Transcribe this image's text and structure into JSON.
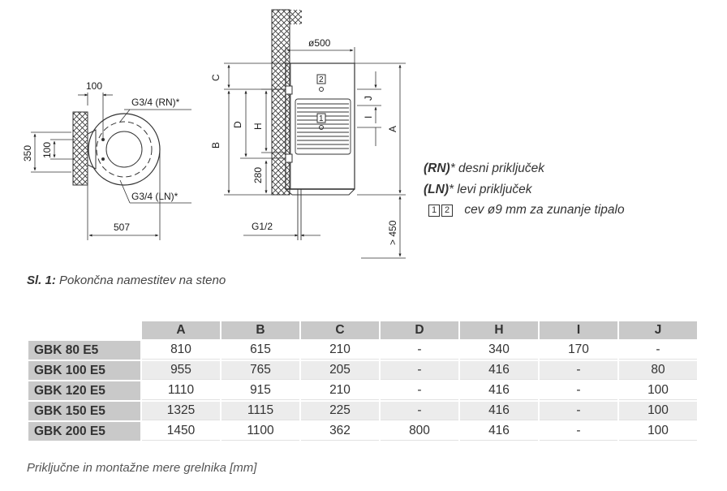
{
  "drawing": {
    "top_view": {
      "dim_100_top": "100",
      "dim_350": "350",
      "dim_100_side": "100",
      "dim_507": "507",
      "label_rn": "G3/4 (RN)*",
      "label_ln": "G3/4 (LN)*"
    },
    "side_view": {
      "dim_diameter": "ø500",
      "dim_c": "C",
      "dim_b": "B",
      "dim_d": "D",
      "dim_h": "H",
      "dim_280": "280",
      "dim_j": "J",
      "dim_i": "I",
      "dim_a": "A",
      "dim_450": "> 450",
      "label_g12": "G1/2",
      "marker_1": "1",
      "marker_2": "2"
    }
  },
  "legend": {
    "rn_code": "(RN)",
    "rn_text": "* desni priključek",
    "ln_code": "(LN)",
    "ln_text": "* levi priključek",
    "box1": "1",
    "box2": "2",
    "pipe_text": "cev ø9 mm za zunanje tipalo"
  },
  "figure_caption": {
    "label": "Sl. 1:",
    "text": " Pokončna namestitev na steno"
  },
  "table": {
    "headers": [
      "A",
      "B",
      "C",
      "D",
      "H",
      "I",
      "J"
    ],
    "rows": [
      {
        "model": "GBK 80 E5",
        "values": [
          "810",
          "615",
          "210",
          "-",
          "340",
          "170",
          "-"
        ]
      },
      {
        "model": "GBK 100 E5",
        "values": [
          "955",
          "765",
          "205",
          "-",
          "416",
          "-",
          "80"
        ]
      },
      {
        "model": "GBK 120 E5",
        "values": [
          "1110",
          "915",
          "210",
          "-",
          "416",
          "-",
          "100"
        ]
      },
      {
        "model": "GBK 150 E5",
        "values": [
          "1325",
          "1115",
          "225",
          "-",
          "416",
          "-",
          "100"
        ]
      },
      {
        "model": "GBK 200 E5",
        "values": [
          "1450",
          "1100",
          "362",
          "800",
          "416",
          "-",
          "100"
        ]
      }
    ]
  },
  "table_caption": "Priključne in montažne mere grelnika [mm]"
}
